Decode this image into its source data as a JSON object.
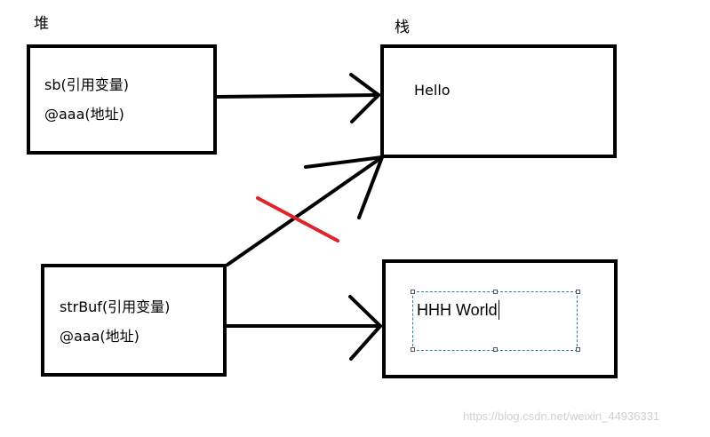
{
  "labels": {
    "heap": "堆",
    "stack": "栈"
  },
  "heap_box_1": {
    "line1": "sb(引用变量)",
    "line2": "@aaa(地址)"
  },
  "heap_box_2": {
    "line1": "strBuf(引用变量)",
    "line2": "@aaa(地址)"
  },
  "stack_box_1": {
    "text": "Hello"
  },
  "stack_box_2": {
    "text": "HHH World"
  },
  "watermark": "https://blog.csdn.net/weixin_44936331",
  "colors": {
    "line": "#000000",
    "cross_mark": "#e0242b",
    "selection_border": "#2a7fa8"
  }
}
